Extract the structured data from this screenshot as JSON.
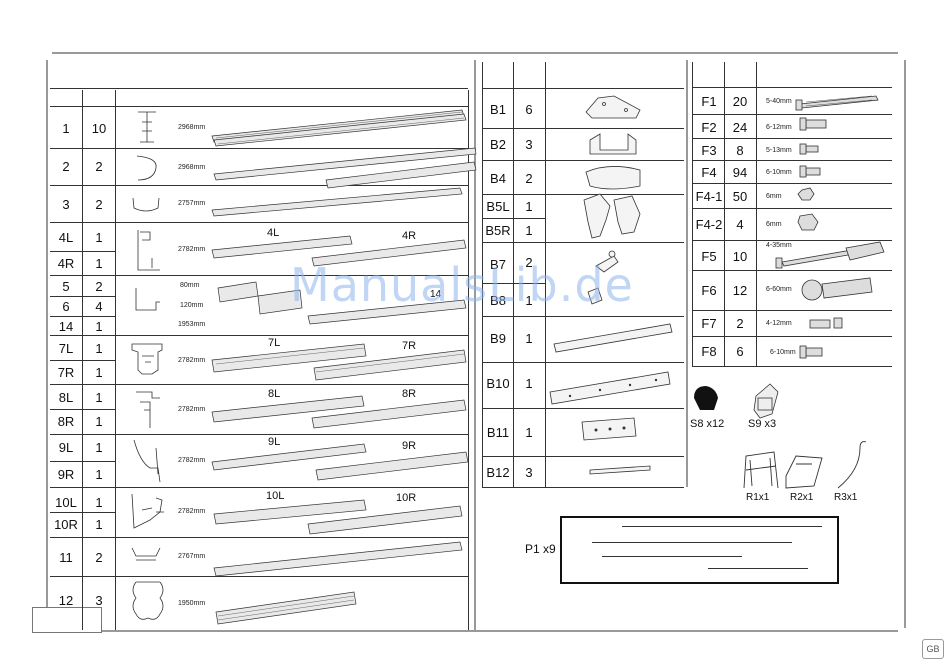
{
  "section_a": {
    "rows": [
      {
        "part": "1",
        "qty": "10",
        "dim": [
          "2968mm"
        ]
      },
      {
        "part": "2",
        "qty": "2",
        "dim": [
          "2968mm"
        ]
      },
      {
        "part": "3",
        "qty": "2",
        "dim": [
          "2757mm"
        ]
      },
      {
        "part": "4L",
        "qty": "1",
        "part2": "4R",
        "qty2": "1",
        "dim": [
          "2782mm"
        ],
        "tags": [
          "4L",
          "4R"
        ]
      },
      {
        "part": "5",
        "qty": "2",
        "part2": "6",
        "qty2": "4",
        "part3": "14",
        "qty3": "1",
        "dim": [
          "80mm",
          "120mm",
          "1953mm"
        ],
        "tags": [
          "14"
        ]
      },
      {
        "part": "7L",
        "qty": "1",
        "part2": "7R",
        "qty2": "1",
        "dim": [
          "2782mm"
        ],
        "tags": [
          "7L",
          "7R"
        ]
      },
      {
        "part": "8L",
        "qty": "1",
        "part2": "8R",
        "qty2": "1",
        "dim": [
          "2782mm"
        ],
        "tags": [
          "8L",
          "8R"
        ]
      },
      {
        "part": "9L",
        "qty": "1",
        "part2": "9R",
        "qty2": "1",
        "dim": [
          "2782mm"
        ],
        "tags": [
          "9L",
          "9R"
        ]
      },
      {
        "part": "10L",
        "qty": "1",
        "part2": "10R",
        "qty2": "1",
        "dim": [
          "2782mm"
        ],
        "tags": [
          "10L",
          "10R"
        ]
      },
      {
        "part": "11",
        "qty": "2",
        "dim": [
          "2767mm"
        ]
      },
      {
        "part": "12",
        "qty": "3",
        "dim": [
          "1950mm"
        ]
      }
    ]
  },
  "section_b": {
    "rows": [
      {
        "part": "B1",
        "qty": "6"
      },
      {
        "part": "B2",
        "qty": "3"
      },
      {
        "part": "B4",
        "qty": "2"
      },
      {
        "part": "B5L",
        "qty": "1",
        "part2": "B5R",
        "qty2": "1"
      },
      {
        "part": "B7",
        "qty": "2",
        "part2": "B8",
        "qty2": "1"
      },
      {
        "part": "B9",
        "qty": "1"
      },
      {
        "part": "B10",
        "qty": "1"
      },
      {
        "part": "B11",
        "qty": "1"
      },
      {
        "part": "B12",
        "qty": "3"
      }
    ],
    "p1_label": "P1 x9"
  },
  "section_f": {
    "rows": [
      {
        "part": "F1",
        "qty": "20",
        "dim": "5-40mm"
      },
      {
        "part": "F2",
        "qty": "24",
        "dim": "6-12mm"
      },
      {
        "part": "F3",
        "qty": "8",
        "dim": "5-13mm"
      },
      {
        "part": "F4",
        "qty": "94",
        "dim": "6-10mm"
      },
      {
        "part": "F4-1",
        "qty": "50",
        "dim": "6mm"
      },
      {
        "part": "F4-2",
        "qty": "4",
        "dim": "6mm"
      },
      {
        "part": "F5",
        "qty": "10",
        "dim": "4-35mm"
      },
      {
        "part": "F6",
        "qty": "12",
        "dim": "6-60mm"
      },
      {
        "part": "F7",
        "qty": "2",
        "dim": "4-12mm"
      },
      {
        "part": "F8",
        "qty": "6",
        "dim": "6-10mm"
      }
    ],
    "extras": {
      "s8": "S8 x12",
      "s9": "S9 x3",
      "r1": "R1x1",
      "r2": "R2x1",
      "r3": "R3x1"
    }
  },
  "watermark": "ManualsLib.de",
  "corner_badge": "GB"
}
